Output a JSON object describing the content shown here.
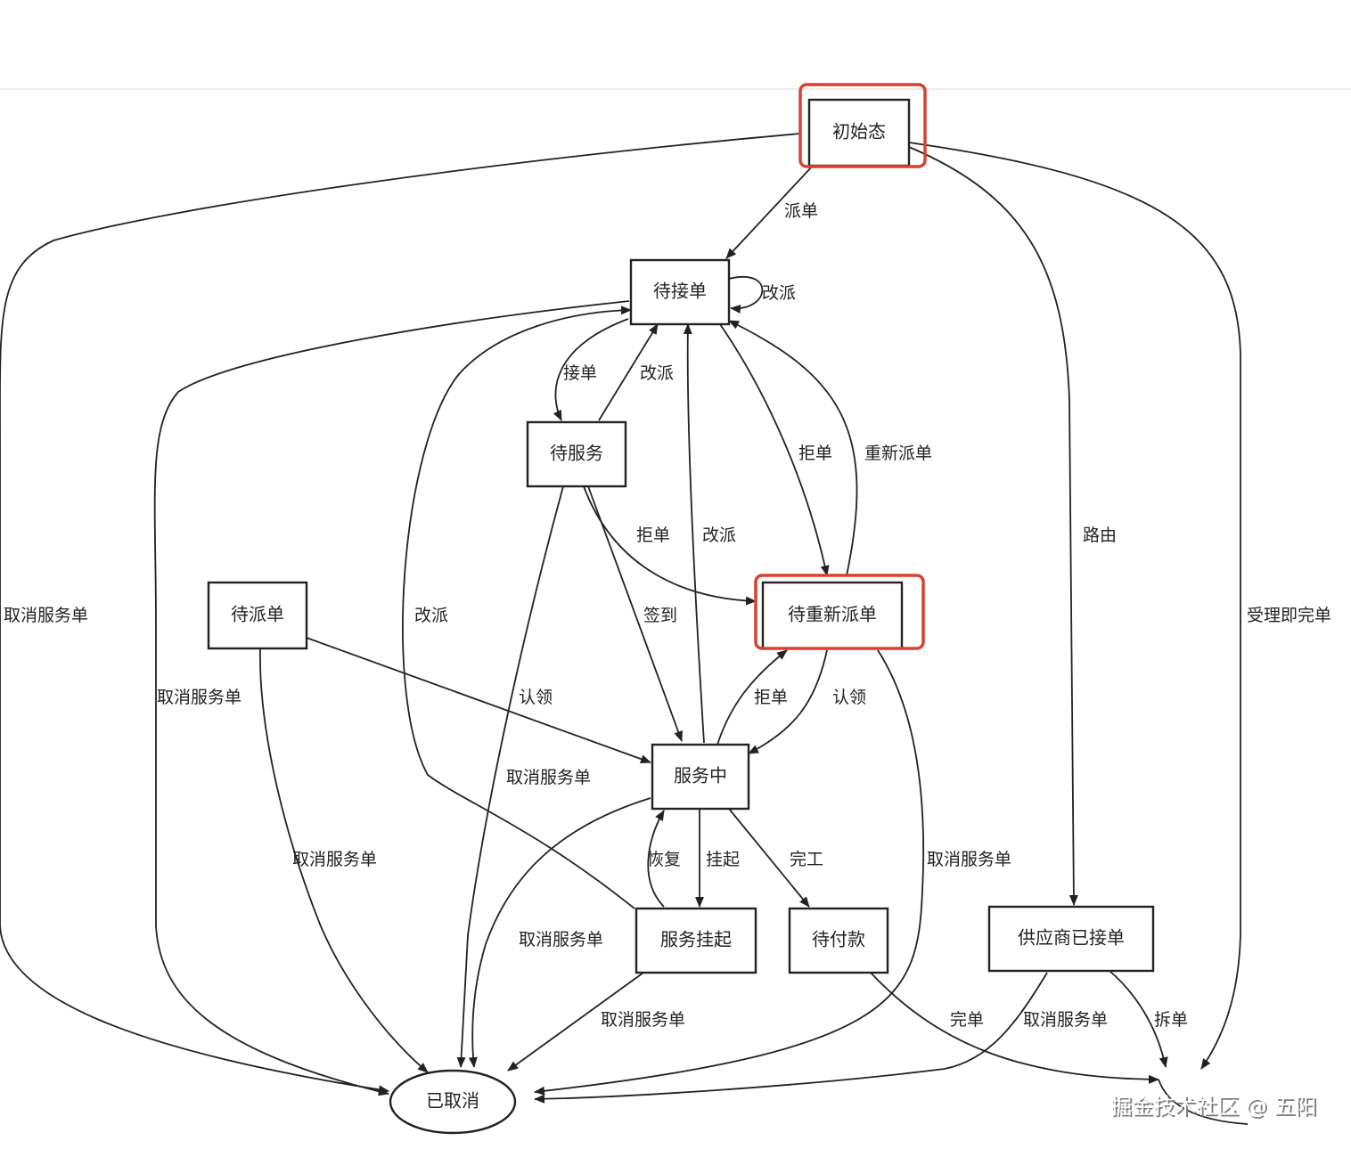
{
  "nodes": {
    "initial": "初始态",
    "pending_accept": "待接单",
    "pending_service": "待服务",
    "pending_dispatch": "待派单",
    "pending_redispatch": "待重新派单",
    "in_service": "服务中",
    "service_suspended": "服务挂起",
    "pending_payment": "待付款",
    "supplier_accepted": "供应商已接单",
    "cancelled": "已取消"
  },
  "edges": {
    "dispatch": "派单",
    "reassign_self": "改派",
    "accept": "接单",
    "reassign_from_service": "改派",
    "reject_from_accept": "拒单",
    "redispatch": "重新派单",
    "reject_from_service": "拒单",
    "reassign_from_inservice": "改派",
    "reassign_from_suspended": "改派",
    "checkin": "签到",
    "claim_from_dispatch": "认领",
    "reject_from_inservice": "拒单",
    "claim_from_redispatch": "认领",
    "route": "路由",
    "accept_complete": "受理即完单",
    "cancel_from_initial": "取消服务单",
    "cancel_from_accept": "取消服务单",
    "cancel_from_service": "取消服务单",
    "cancel_from_dispatch": "取消服务单",
    "cancel_from_redispatch": "取消服务单",
    "cancel_from_inservice": "取消服务单",
    "cancel_from_suspended": "取消服务单",
    "cancel_from_supplier": "取消服务单",
    "resume": "恢复",
    "suspend": "挂起",
    "finish_work": "完工",
    "complete": "完单",
    "split": "拆单"
  },
  "highlight_color": "#d9412f",
  "watermark": "掘金技术社区 @ 五阳"
}
